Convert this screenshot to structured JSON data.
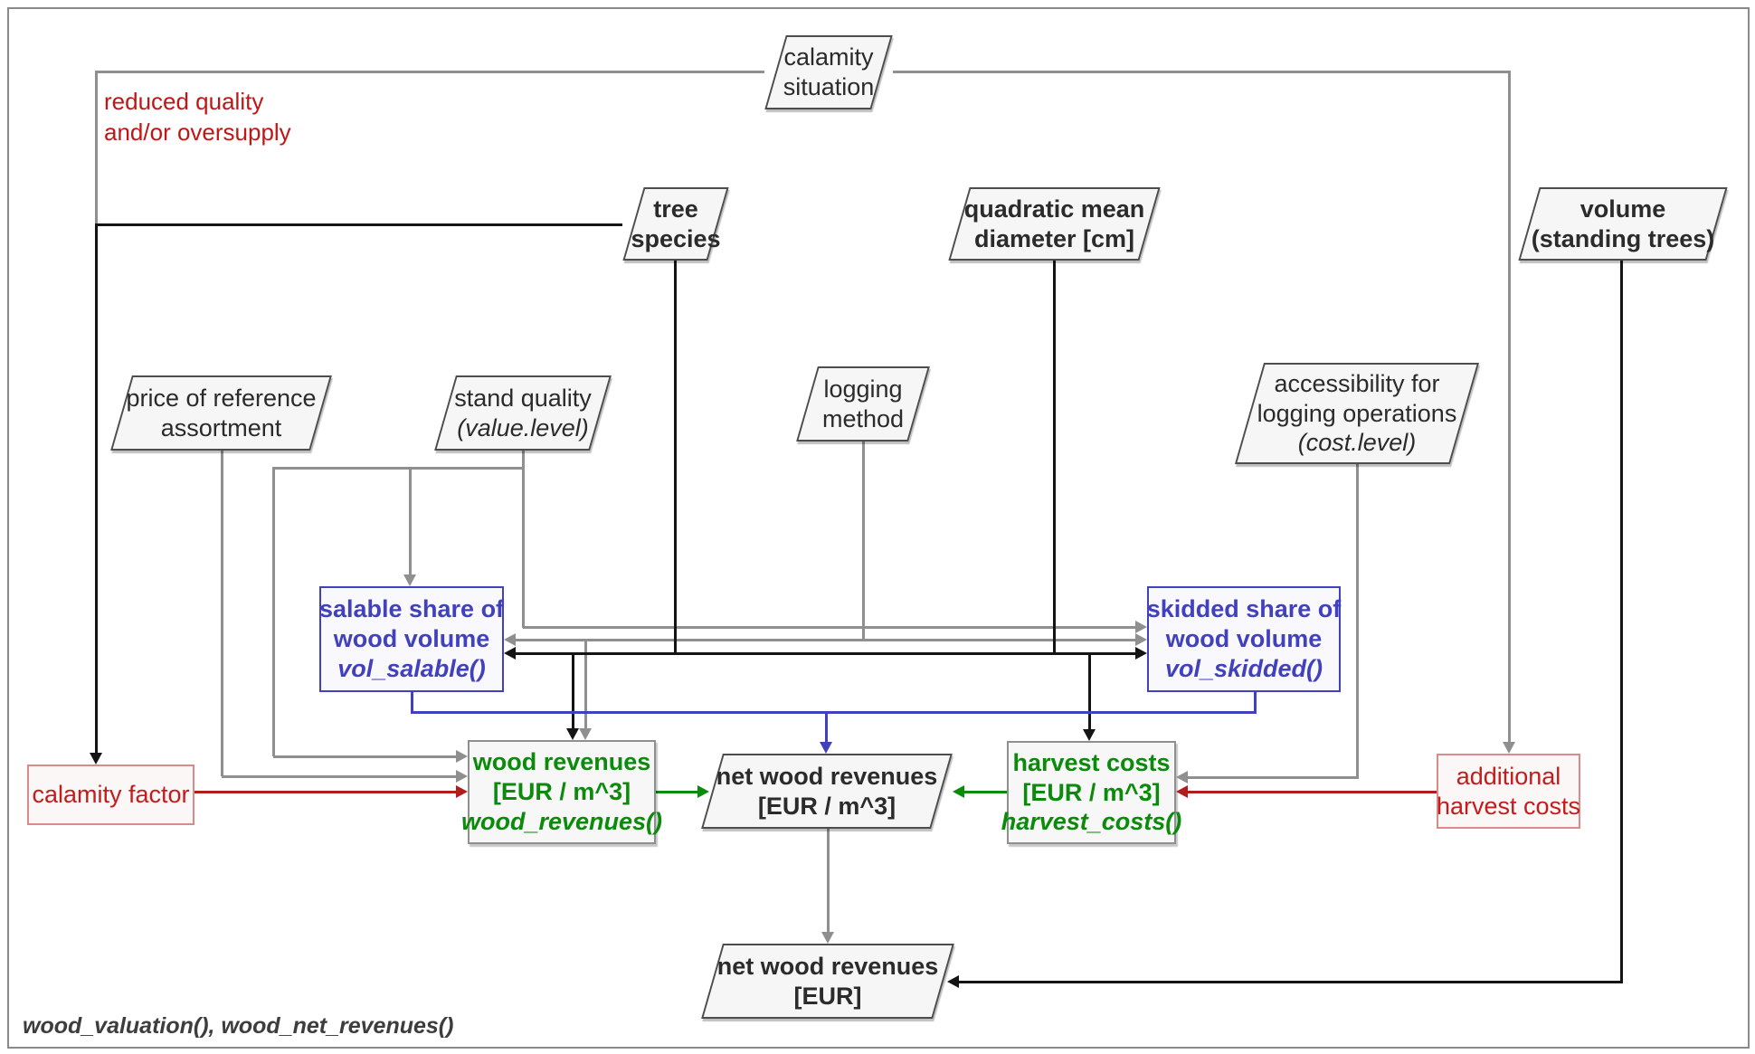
{
  "nodes": {
    "calamity_situation": {
      "lines": [
        "calamity",
        "situation"
      ]
    },
    "reduced_quality_note": {
      "lines": [
        "reduced quality",
        "and/or oversupply"
      ]
    },
    "tree_species": {
      "lines": [
        "tree",
        "species"
      ]
    },
    "quadratic_mean_diameter": {
      "lines": [
        "quadratic mean",
        "diameter [cm]"
      ]
    },
    "volume_standing_trees": {
      "lines": [
        "volume",
        "(standing trees)"
      ]
    },
    "price_of_reference": {
      "lines": [
        "price of reference",
        "assortment"
      ]
    },
    "stand_quality": {
      "lines": [
        "stand quality",
        "(value.level)"
      ]
    },
    "logging_method": {
      "lines": [
        "logging",
        "method"
      ]
    },
    "accessibility": {
      "lines": [
        "accessibility for",
        "logging operations",
        "(cost.level)"
      ]
    },
    "salable_share": {
      "lines": [
        "salable share of",
        "wood volume",
        "vol_salable()"
      ]
    },
    "skidded_share": {
      "lines": [
        "skidded share of",
        "wood volume",
        "vol_skidded()"
      ]
    },
    "wood_revenues": {
      "lines": [
        "wood revenues",
        "[EUR / m^3]",
        "wood_revenues()"
      ]
    },
    "net_wood_revenues_m3": {
      "lines": [
        "net wood revenues",
        "[EUR / m^3]"
      ]
    },
    "harvest_costs": {
      "lines": [
        "harvest costs",
        "[EUR / m^3]",
        "harvest_costs()"
      ]
    },
    "calamity_factor": {
      "lines": [
        "calamity factor"
      ]
    },
    "additional_harvest_costs": {
      "lines": [
        "additional",
        "harvest costs"
      ]
    },
    "net_wood_revenues_eur": {
      "lines": [
        "net wood revenues",
        "[EUR]"
      ]
    },
    "footer": {
      "text": "wood_valuation(), wood_net_revenues()"
    }
  },
  "colors": {
    "edge_gray": "#8f8f8f",
    "edge_black": "#141414",
    "edge_blue": "#4140bd",
    "edge_red": "#b01d1d",
    "edge_green": "#0b8a0b",
    "node_fill": "#f6f6f6",
    "node_border": "#4d4d4d",
    "blue_box": "#4140bd",
    "green_text": "#0b8a0b",
    "red_text": "#c41b1b",
    "red_box_border": "#d98a8a"
  }
}
